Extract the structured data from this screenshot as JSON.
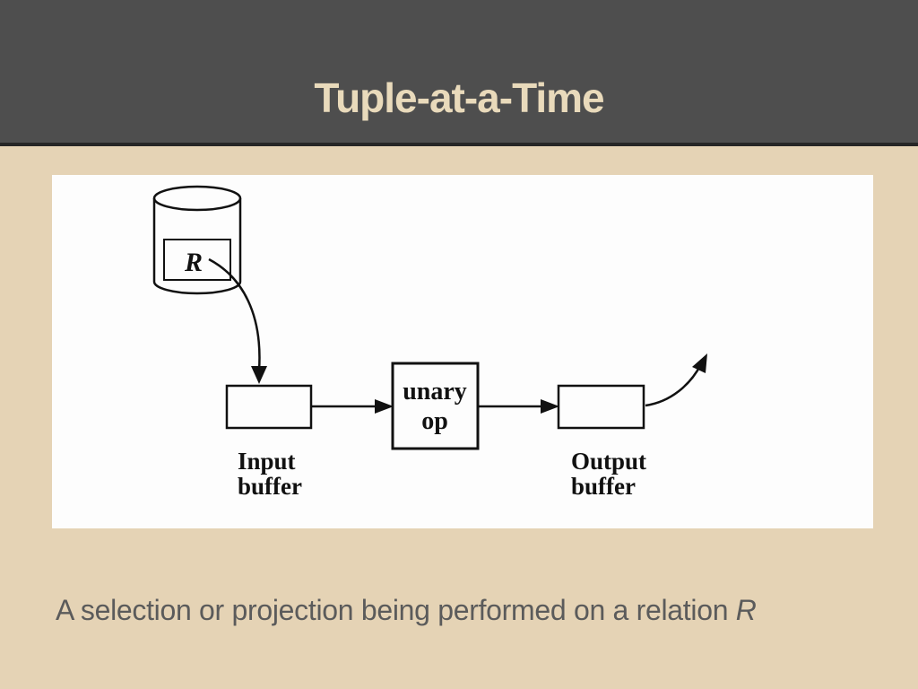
{
  "slide": {
    "title": "Tuple-at-a-Time",
    "caption_text": "A selection or projection being performed on a relation ",
    "caption_relation": "R"
  },
  "diagram": {
    "relation_label": "R",
    "unary_op_line1": "unary",
    "unary_op_line2": "op",
    "input_buffer_line1": "Input",
    "input_buffer_line2": "buffer",
    "output_buffer_line1": "Output",
    "output_buffer_line2": "buffer"
  },
  "colors": {
    "slide_bg": "#e5d3b5",
    "header_bg": "#4e4e4e",
    "header_border": "#262626",
    "title_color": "#e9dabb",
    "panel_bg": "#fdfdfd",
    "ink": "#111111",
    "caption_color": "#5b5b5b"
  }
}
